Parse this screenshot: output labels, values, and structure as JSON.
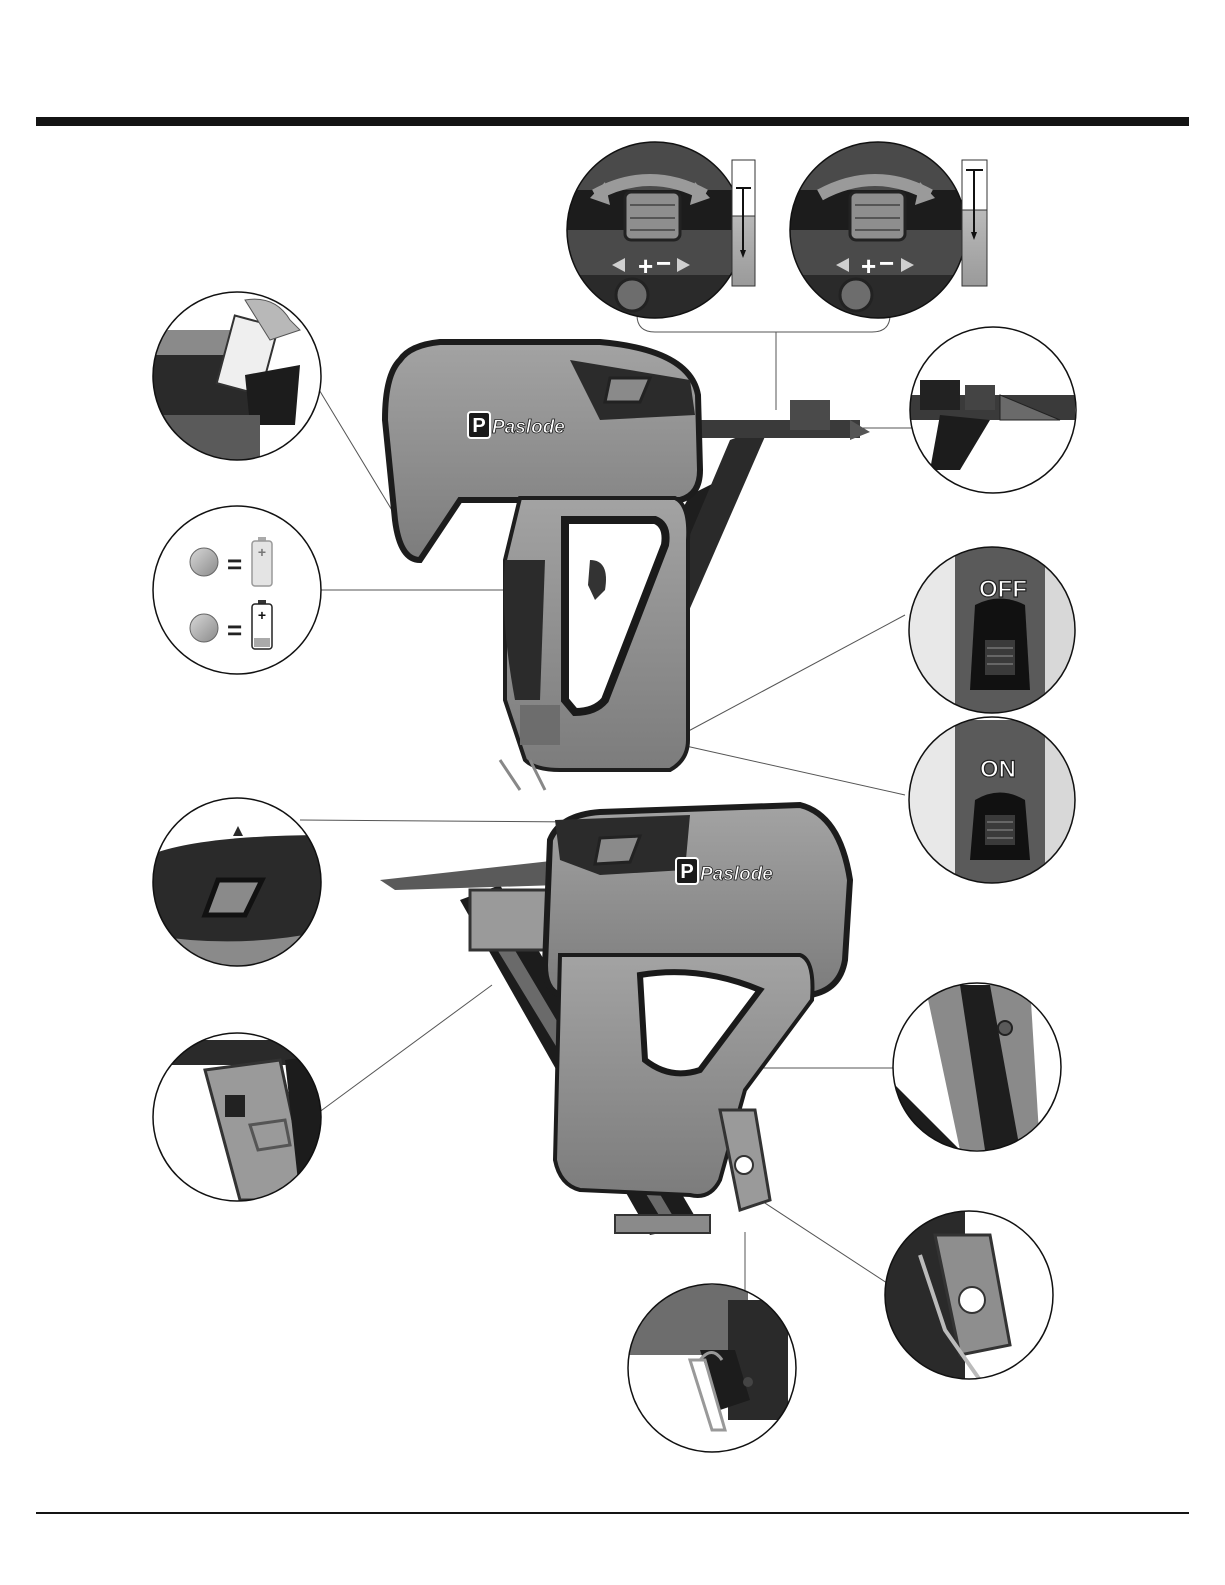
{
  "brand": {
    "logo_text": "Paslode",
    "logo_initial": "P"
  },
  "callouts": {
    "depth_adjust": {
      "plus": "+",
      "minus": "−"
    },
    "battery_indicator": {
      "equals_1": "=",
      "equals_2": "=",
      "plus_1": "+",
      "plus_2": "+"
    },
    "power_switch_off": {
      "label": "OFF"
    },
    "power_switch_on": {
      "label": "ON"
    }
  },
  "icons": [
    "fuel-cell-insert-icon",
    "battery-full-icon",
    "battery-low-icon",
    "depth-adjust-icon",
    "nail-icon",
    "rafter-hook-icon",
    "belt-hook-icon",
    "magazine-latch-icon"
  ],
  "colors": {
    "tool_body": "#8c8c8c",
    "tool_dark": "#262626",
    "rule": "#141414",
    "led": "#a8a8a8"
  }
}
